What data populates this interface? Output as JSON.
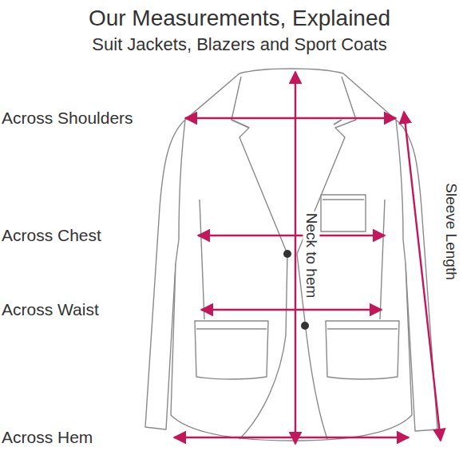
{
  "diagram": {
    "title": "Our Measurements, Explained",
    "labels": [
      "Suit Jackets, Blazers and Sport Coats",
      "Across Shoulders",
      "Across Chest",
      "Across Waist",
      "Across Hem",
      "Neck to hem",
      "Sleeve Length"
    ]
  }
}
